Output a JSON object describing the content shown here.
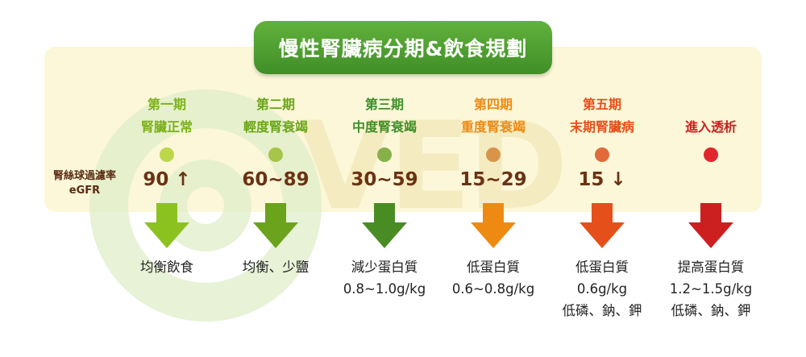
{
  "title": "慢性腎臟病分期&飲食規劃",
  "watermark": "VED",
  "egfr_label": {
    "line1": "腎絲球過濾率",
    "line2": "eGFR"
  },
  "colors": {
    "stage1": "#8cc21f",
    "stage2": "#6ba31c",
    "stage3": "#4a8c24",
    "stage4": "#ee8a12",
    "stage5": "#e5501a",
    "dialysis": "#cc1f1f"
  },
  "stages": [
    {
      "name": "第一期",
      "desc": "腎臟正常",
      "egfr": "90 ↑",
      "diet": [
        "均衡飲食"
      ]
    },
    {
      "name": "第二期",
      "desc": "輕度腎衰竭",
      "egfr": "60~89",
      "diet": [
        "均衡、少鹽"
      ]
    },
    {
      "name": "第三期",
      "desc": "中度腎衰竭",
      "egfr": "30~59",
      "diet": [
        "減少蛋白質",
        "0.8~1.0g/kg"
      ]
    },
    {
      "name": "第四期",
      "desc": "重度腎衰竭",
      "egfr": "15~29",
      "diet": [
        "低蛋白質",
        "0.6~0.8g/kg"
      ]
    },
    {
      "name": "第五期",
      "desc": "末期腎臟病",
      "egfr": "15 ↓",
      "diet": [
        "低蛋白質",
        "0.6g/kg",
        "低磷、鈉、鉀"
      ]
    },
    {
      "name": "",
      "desc": "進入透析",
      "egfr": "",
      "diet": [
        "提高蛋白質",
        "1.2~1.5g/kg",
        "低磷、鈉、鉀"
      ]
    }
  ]
}
